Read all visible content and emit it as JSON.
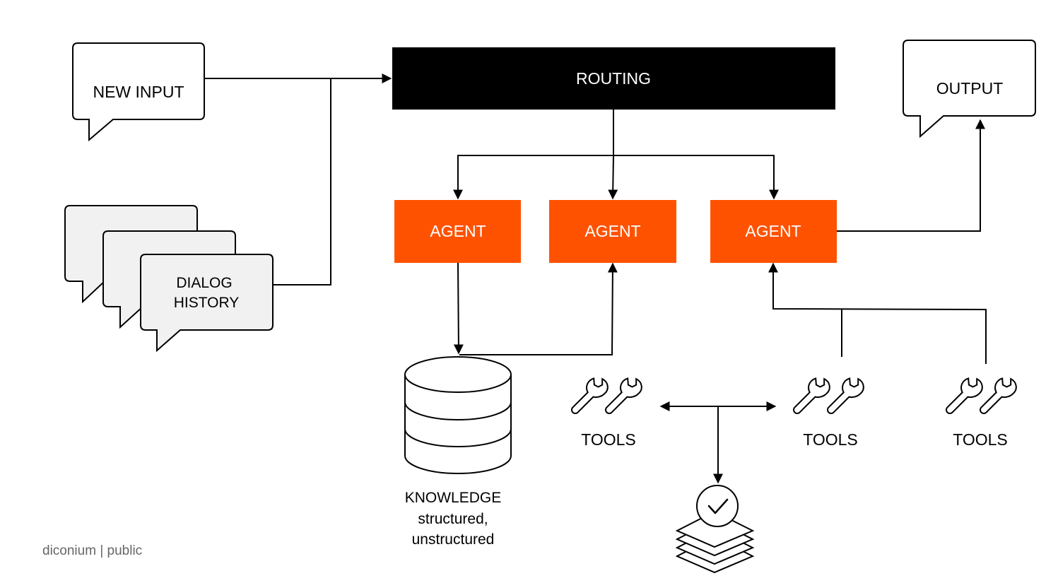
{
  "nodes": {
    "new_input": "NEW INPUT",
    "dialog_history_line1": "DIALOG",
    "dialog_history_line2": "HISTORY",
    "routing": "ROUTING",
    "output": "OUTPUT",
    "agent_1": "AGENT",
    "agent_2": "AGENT",
    "agent_3": "AGENT",
    "knowledge_title": "KNOWLEDGE",
    "knowledge_line2": "structured,",
    "knowledge_line3": "unstructured",
    "tools_1": "TOOLS",
    "tools_2": "TOOLS",
    "tools_3": "TOOLS"
  },
  "footer": "diconium | public",
  "colors": {
    "routing_fill": "#000000",
    "agent_fill": "#ff5200",
    "bubble_fill": "#f1f1f1",
    "footer_text": "#666666"
  },
  "icons": [
    "wrench-pair-icon",
    "database-icon",
    "check-circle-icon",
    "stacked-layers-icon",
    "speech-bubble-icon"
  ]
}
